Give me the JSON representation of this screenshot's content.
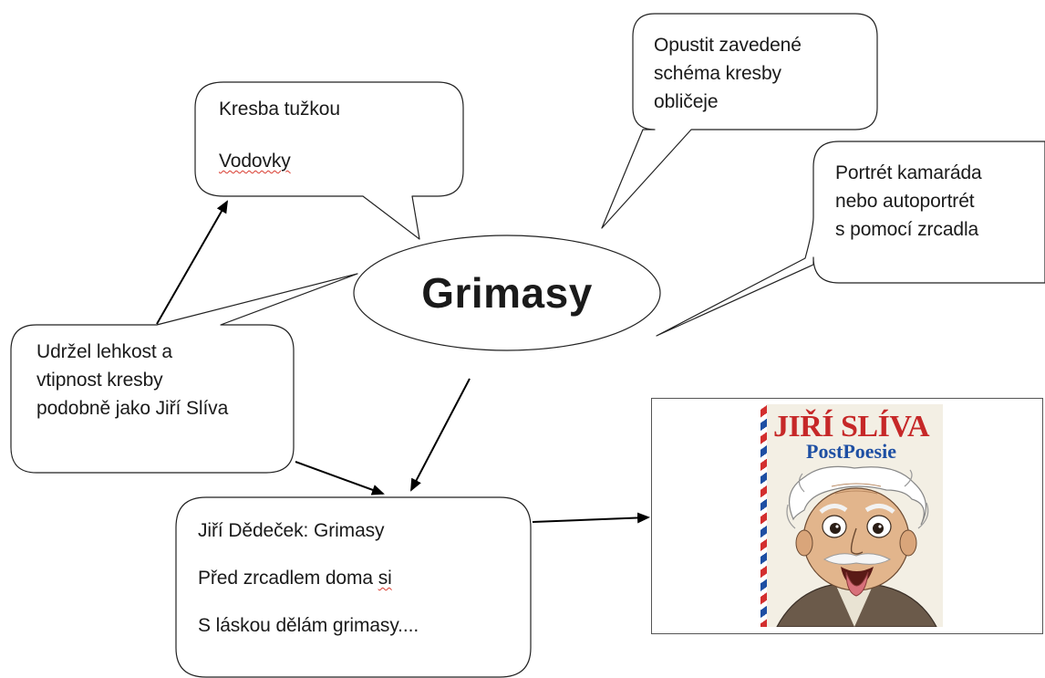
{
  "center_node": {
    "label": "Grimasy"
  },
  "bubbles": {
    "materials": {
      "line1": "Kresba tužkou",
      "line2": "Vodovky"
    },
    "schema": {
      "line1": "Opustit zavedené",
      "line2": "schéma kresby",
      "line3": "obličeje"
    },
    "portrait": {
      "line1": "Portrét kamaráda",
      "line2": "nebo autoportrét",
      "line3": "s pomocí zrcadla"
    },
    "lightness": {
      "line1": "Udržel lehkost a",
      "line2": "vtipnost kresby",
      "line3": "podobně jako Jiří Slíva"
    },
    "poem": {
      "line1": "Jiří Dědeček: Grimasy",
      "line2_main": "Před zrcadlem doma ",
      "line2_end": "si",
      "line3": "S láskou dělám grimasy...."
    }
  },
  "book": {
    "author": "JIŘÍ SLÍVA",
    "title": "PostPoesie",
    "colors": {
      "author": "#c62828",
      "title": "#1e4fa3"
    }
  }
}
